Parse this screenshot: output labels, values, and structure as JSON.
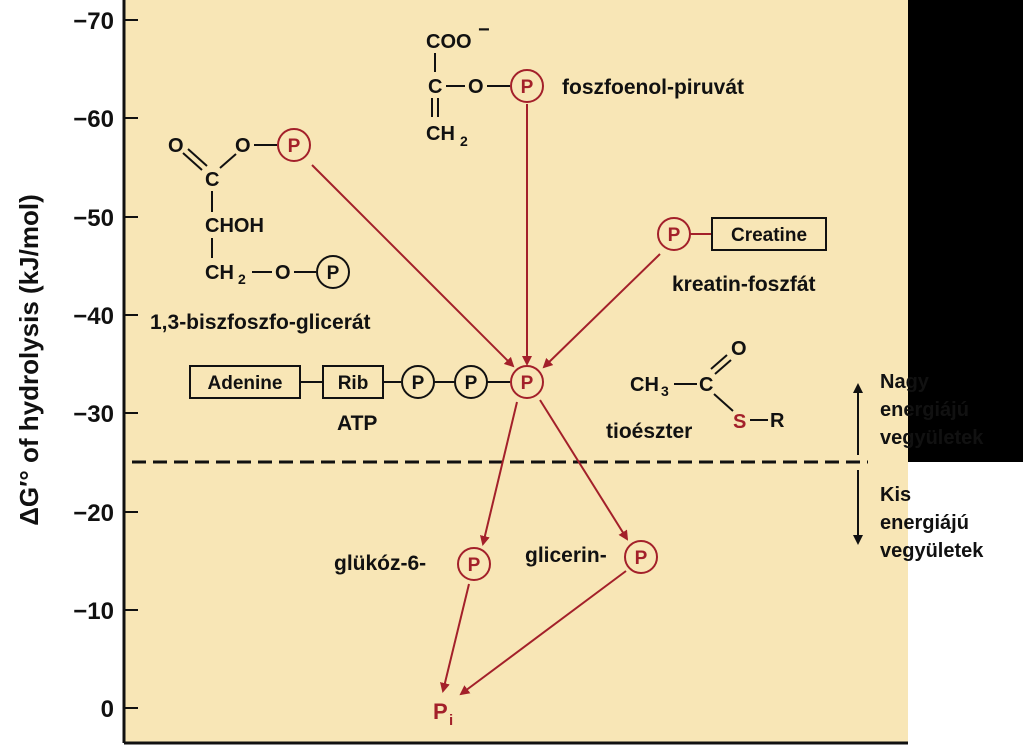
{
  "axis": {
    "ylabel": "ΔG′° of hydrolysis (kJ/mol)",
    "ticks": [
      "−70",
      "−60",
      "−50",
      "−40",
      "−30",
      "−20",
      "−10",
      "0"
    ]
  },
  "compounds": {
    "pep": {
      "name": "foszfoenol-piruvát",
      "coo": "COO",
      "charge": "−",
      "c": "C",
      "o": "O",
      "ch": "CH",
      "sub2": "2",
      "p": "P"
    },
    "bpg": {
      "name": "1,3-biszfoszfo-glicerát",
      "o_top": "O",
      "o_ester": "O",
      "c": "C",
      "choh": "CHOH",
      "ch": "CH",
      "sub2": "2",
      "o_low": "O",
      "p1": "P",
      "p2": "P"
    },
    "creatine": {
      "name": "kreatin-foszfát",
      "box": "Creatine",
      "p": "P"
    },
    "atp": {
      "name": "ATP",
      "adenine": "Adenine",
      "rib": "Rib",
      "p1": "P",
      "p2": "P",
      "p3": "P"
    },
    "thioester": {
      "name": "tioészter",
      "ch": "CH",
      "sub3": "3",
      "c": "C",
      "o": "O",
      "s": "S",
      "r": "R"
    },
    "g6p": {
      "name": "glükóz-6-",
      "p": "P"
    },
    "glycerol": {
      "name": "glicerin-",
      "p": "P"
    },
    "pi": {
      "p": "P",
      "sub": "i"
    }
  },
  "legend": {
    "high": [
      "Nagy",
      "energiájú",
      "vegyületek"
    ],
    "low": [
      "Kis",
      "energiájú",
      "vegyületek"
    ]
  },
  "colors": {
    "background": "#f8e6b6",
    "accent": "#a3202a",
    "ink": "#111111",
    "frame": "#000000"
  }
}
